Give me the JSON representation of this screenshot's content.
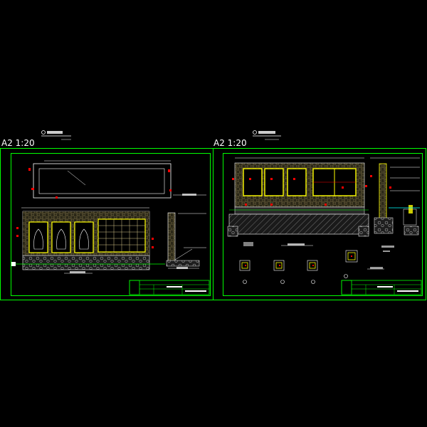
{
  "sheets": [
    {
      "scale_label": "A2 1:20",
      "title_mark": "①"
    },
    {
      "scale_label": "A2 1:20",
      "title_mark": "②"
    }
  ],
  "colors": {
    "background": "#000000",
    "frame": "#00ff00",
    "line": "#ffffff",
    "wall": "#ffff00",
    "dimension": "#ff0000",
    "accent": "#00ffff",
    "hatch": "#d4c48a"
  }
}
